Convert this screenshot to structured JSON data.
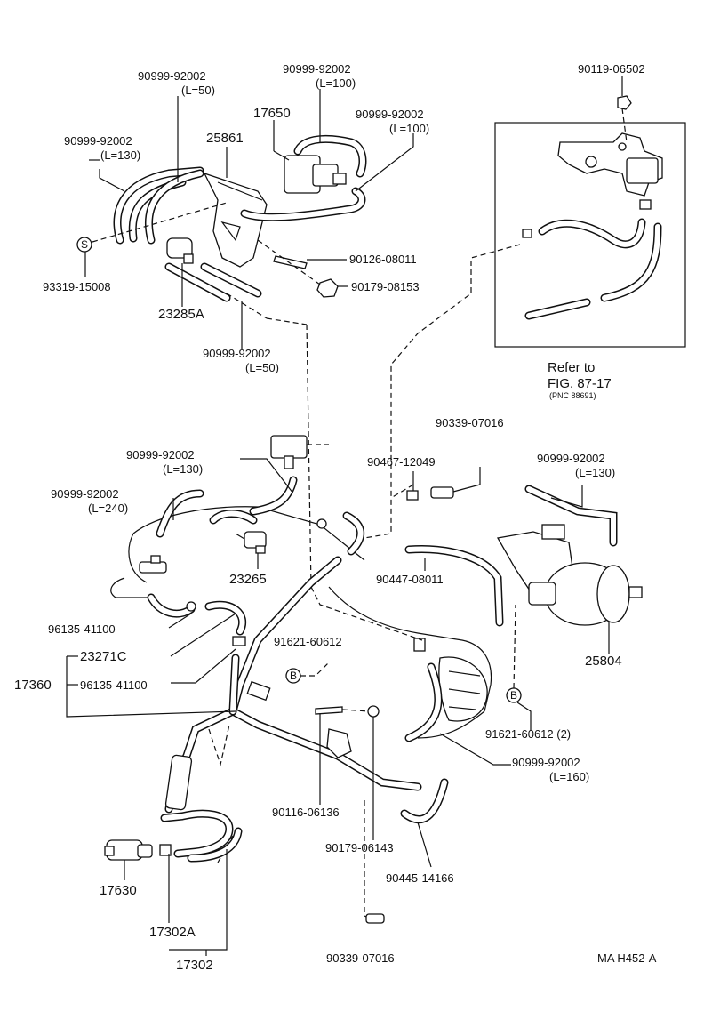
{
  "labels": {
    "p_90999_50_top": "90999-92002",
    "p_90999_50_top_len": "(L=50)",
    "p_90999_100_a": "90999-92002",
    "p_90999_100_a_len": "(L=100)",
    "p_90999_130_left": "90999-92002",
    "p_90999_130_left_len": "(L=130)",
    "p_17650": "17650",
    "p_90999_100_b": "90999-92002",
    "p_90999_100_b_len": "(L=100)",
    "p_25861": "25861",
    "p_90119": "90119-06502",
    "p_93319": "93319-15008",
    "p_90126": "90126-08011",
    "p_90179_08153": "90179-08153",
    "p_23285A": "23285A",
    "p_90999_50_bot": "90999-92002",
    "p_90999_50_bot_len": "(L=50)",
    "refer_to": "Refer to",
    "refer_fig": "FIG. 87-17",
    "refer_pnc": "(PNC 88691)",
    "p_90339_top": "90339-07016",
    "p_90999_130_mid": "90999-92002",
    "p_90999_130_mid_len": "(L=130)",
    "p_90467": "90467-12049",
    "p_90999_130_right": "90999-92002",
    "p_90999_130_right_len": "(L=130)",
    "p_90999_240": "90999-92002",
    "p_90999_240_len": "(L=240)",
    "p_23265": "23265",
    "p_90447": "90447-08011",
    "p_96135_a": "96135-41100",
    "p_91621_a": "91621-60612",
    "p_25804": "25804",
    "p_23271C": "23271C",
    "p_17360": "17360",
    "p_96135_b": "96135-41100",
    "p_91621_b": "91621-60612 (2)",
    "p_90999_160": "90999-92002",
    "p_90999_160_len": "(L=160)",
    "p_90116": "90116-06136",
    "p_90179_06143": "90179-06143",
    "p_17630": "17630",
    "p_90445": "90445-14166",
    "p_17302A": "17302A",
    "p_90339_bot": "90339-07016",
    "p_17302": "17302",
    "ref_code": "MA H452-A",
    "mark_s": "S",
    "mark_b1": "B",
    "mark_b2": "B"
  }
}
